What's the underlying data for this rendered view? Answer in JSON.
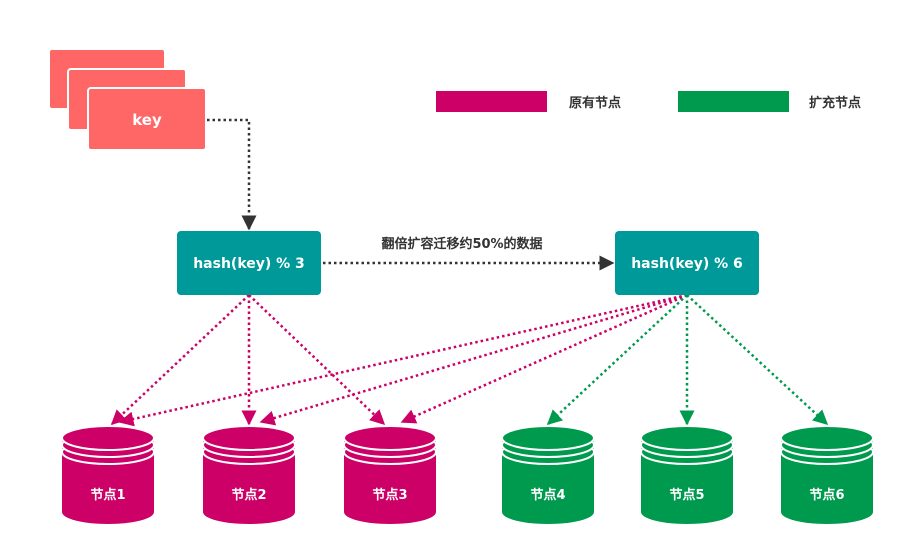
{
  "colors": {
    "key": "#ff6666",
    "hash": "#009999",
    "original": "#cc0066",
    "expanded": "#009a4e",
    "arrow": "#333333",
    "text_dark": "#333333",
    "text_light": "#ffffff"
  },
  "key_card": {
    "label": "key"
  },
  "legend": [
    {
      "label": "原有节点",
      "kind": "original"
    },
    {
      "label": "扩充节点",
      "kind": "expanded"
    }
  ],
  "hash_boxes": [
    {
      "label": "hash(key) % 3"
    },
    {
      "label": "hash(key) % 6"
    }
  ],
  "migration_label": "翻倍扩容迁移约50%的数据",
  "nodes": [
    {
      "label": "节点1",
      "kind": "original"
    },
    {
      "label": "节点2",
      "kind": "original"
    },
    {
      "label": "节点3",
      "kind": "original"
    },
    {
      "label": "节点4",
      "kind": "expanded"
    },
    {
      "label": "节点5",
      "kind": "expanded"
    },
    {
      "label": "节点6",
      "kind": "expanded"
    }
  ],
  "edges": [
    {
      "from": "key",
      "to": "hash-0",
      "color": "arrow"
    },
    {
      "from": "hash-0",
      "to": "hash-1",
      "color": "arrow"
    },
    {
      "from": "hash-0",
      "to": "node-0",
      "color": "original"
    },
    {
      "from": "hash-0",
      "to": "node-1",
      "color": "original"
    },
    {
      "from": "hash-0",
      "to": "node-2",
      "color": "original"
    },
    {
      "from": "hash-1",
      "to": "node-0",
      "color": "original"
    },
    {
      "from": "hash-1",
      "to": "node-1",
      "color": "original"
    },
    {
      "from": "hash-1",
      "to": "node-2",
      "color": "original"
    },
    {
      "from": "hash-1",
      "to": "node-3",
      "color": "expanded"
    },
    {
      "from": "hash-1",
      "to": "node-4",
      "color": "expanded"
    },
    {
      "from": "hash-1",
      "to": "node-5",
      "color": "expanded"
    }
  ]
}
